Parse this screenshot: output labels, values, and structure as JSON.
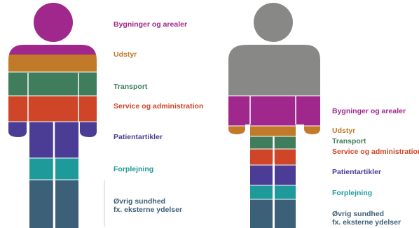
{
  "colors": {
    "buildings": "#a0288c",
    "equipment": "#c07a2a",
    "transport": "#3f7d5c",
    "service": "#cf4527",
    "patient": "#4b3d95",
    "food": "#1f9a9a",
    "other": "#3d6079",
    "gray": "#888886",
    "white": "#ffffff"
  },
  "left": {
    "labels": [
      {
        "key": "buildings",
        "text": "Bygninger og arealer"
      },
      {
        "key": "equipment",
        "text": "Udstyr"
      },
      {
        "key": "transport",
        "text": "Transport"
      },
      {
        "key": "service",
        "text": "Service og administration"
      },
      {
        "key": "patient",
        "text": "Patientartikler"
      },
      {
        "key": "food",
        "text": "Forplejning"
      },
      {
        "key": "other",
        "lines": [
          "Øvrig sundhed",
          "fx. eksterne ydelser"
        ]
      }
    ]
  },
  "right": {
    "labels": [
      {
        "key": "buildings",
        "text": "Bygninger og arealer"
      },
      {
        "key": "equipment",
        "text": "Udstyr"
      },
      {
        "key": "transport",
        "text": "Transport"
      },
      {
        "key": "service",
        "text": "Service og administration"
      },
      {
        "key": "patient",
        "text": "Patientartikler"
      },
      {
        "key": "food",
        "text": "Forplejning"
      },
      {
        "key": "other",
        "lines": [
          "Øvrig sundhed",
          "fx. eksterne ydelser"
        ]
      }
    ]
  }
}
